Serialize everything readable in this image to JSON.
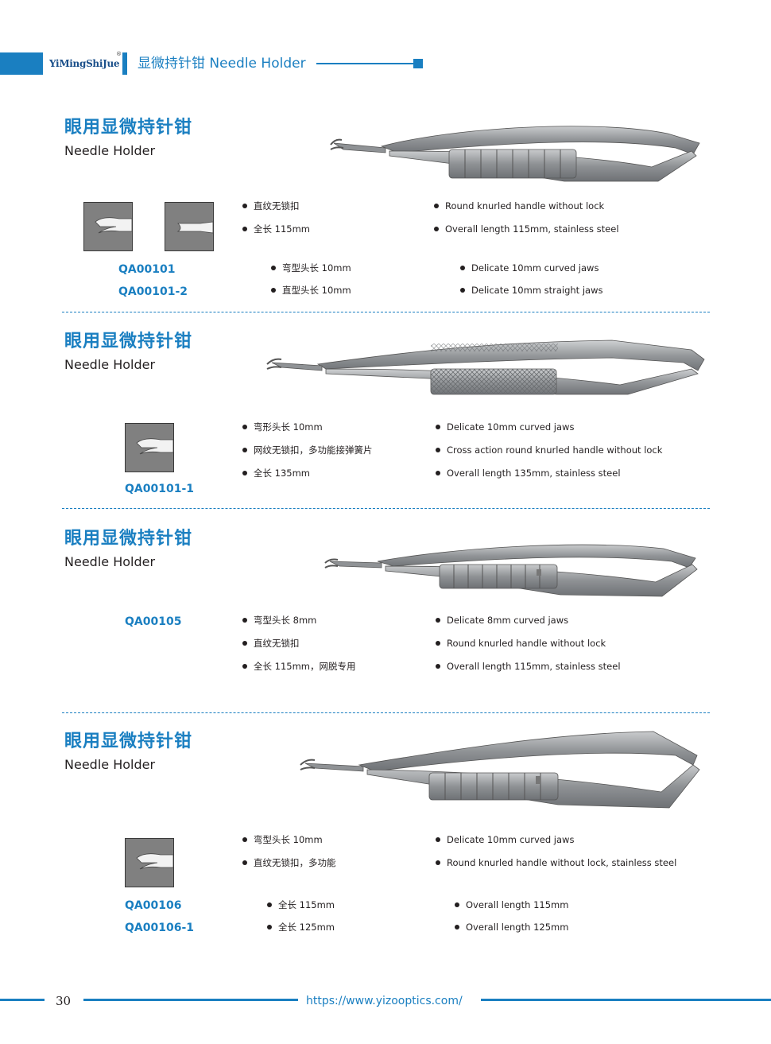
{
  "header": {
    "logo_text": "YiMingShiJue",
    "logo_mark": "®",
    "title": "显微持针钳 Needle Holder",
    "accent_color": "#1a7fc1"
  },
  "sections": [
    {
      "title_cn": "眼用显微持针钳",
      "title_en": "Needle Holder",
      "codes": [
        "QA00101",
        "QA00101-2"
      ],
      "specs_cn": [
        "直纹无锁扣",
        "全长 115mm"
      ],
      "specs_en": [
        "Round knurled handle without lock",
        "Overall length 115mm, stainless steel"
      ],
      "variants_cn": [
        "弯型头长 10mm",
        "直型头长 10mm"
      ],
      "variants_en": [
        "Delicate 10mm  curved jaws",
        "Delicate 10mm straight jaws"
      ]
    },
    {
      "title_cn": "眼用显微持针钳",
      "title_en": "Needle Holder",
      "codes": [
        "QA00101-1"
      ],
      "specs_cn": [
        "弯形头长 10mm",
        "网纹无锁扣，多功能接弹簧片",
        "全长 135mm"
      ],
      "specs_en": [
        "Delicate 10mm  curved jaws",
        "Cross action round knurled handle without lock",
        "Overall length 135mm, stainless steel"
      ]
    },
    {
      "title_cn": "眼用显微持针钳",
      "title_en": "Needle Holder",
      "codes": [
        "QA00105"
      ],
      "specs_cn": [
        "弯型头长 8mm",
        "直纹无锁扣",
        "全长 115mm，网脱专用"
      ],
      "specs_en": [
        "Delicate 8mm  curved jaws",
        "Round knurled handle without lock",
        "Overall length 115mm, stainless steel"
      ]
    },
    {
      "title_cn": "眼用显微持针钳",
      "title_en": "Needle Holder",
      "codes": [
        "QA00106",
        "QA00106-1"
      ],
      "specs_cn": [
        "弯型头长 10mm",
        "直纹无锁扣，多功能"
      ],
      "specs_en": [
        "Delicate 10mm  curved jaws",
        "Round knurled handle without lock, stainless steel"
      ],
      "variants_cn": [
        "全长 115mm",
        "全长 125mm"
      ],
      "variants_en": [
        "Overall length 115mm",
        "Overall length 125mm"
      ]
    }
  ],
  "footer": {
    "page_number": "30",
    "url": "https://www.yizooptics.com/"
  }
}
